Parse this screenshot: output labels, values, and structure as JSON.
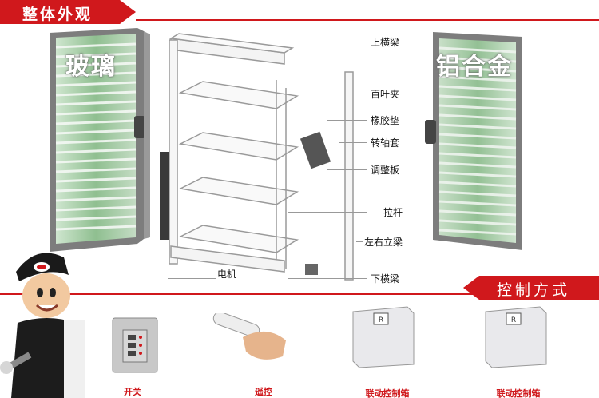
{
  "header_top": {
    "title": "整体外观"
  },
  "header_bottom": {
    "title": "控制方式"
  },
  "windows": {
    "left_label": "玻璃",
    "right_label": "铝合金"
  },
  "diagram_labels": {
    "top_beam": "上横梁",
    "louver_clip": "百叶夹",
    "rubber_pad": "橡胶垫",
    "shaft_sleeve": "转轴套",
    "adjust_plate": "调整板",
    "pull_rod": "拉杆",
    "side_post": "左右立梁",
    "bottom_beam": "下横梁",
    "motor": "电机"
  },
  "control_items": [
    {
      "label": "开关",
      "icon": "switch-panel-icon"
    },
    {
      "label": "遥控",
      "icon": "remote-control-icon"
    },
    {
      "label": "联动控制箱",
      "icon": "control-box-icon"
    },
    {
      "label": "联动控制箱",
      "icon": "control-box-icon"
    }
  ],
  "colors": {
    "accent": "#d0181c"
  }
}
